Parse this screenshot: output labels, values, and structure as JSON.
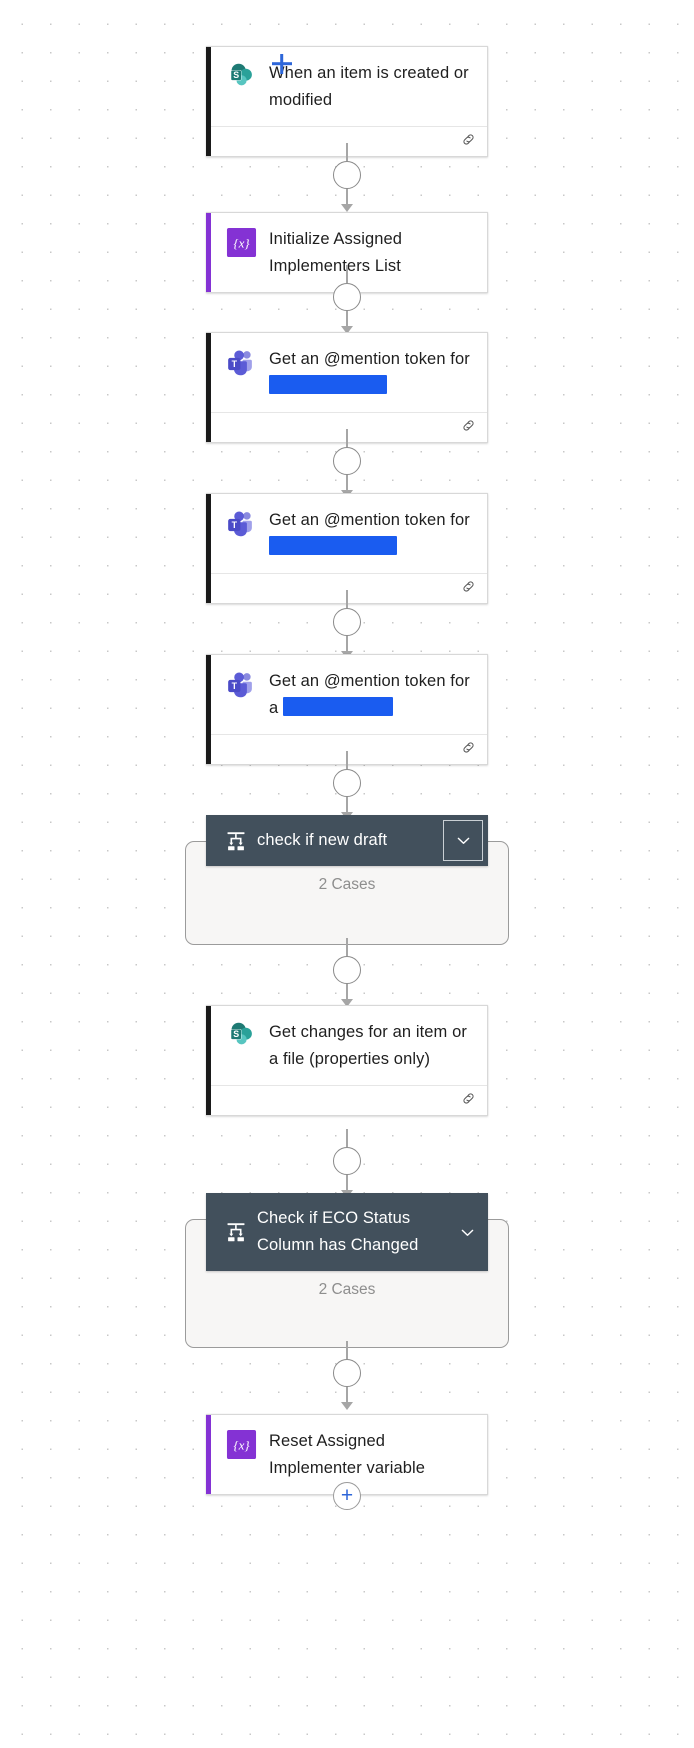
{
  "app": {
    "name": "power-automate-flow-designer",
    "canvas_background": "#ffffff",
    "grid_dot_color": "#c8c8c8"
  },
  "colors": {
    "sharepoint_accent": "#1a1a1a",
    "variable_accent": "#8432d4",
    "teams_accent": "#1a1a1a",
    "switch_header": "#42505c",
    "scope_fill": "#f7f6f5",
    "scope_border": "#9b9b9b",
    "connector": "#a6a6a6",
    "redaction": "#1a5cf0",
    "add_plus": "#2d66d9",
    "cases_text": "#8e8e8e"
  },
  "nodes": [
    {
      "id": "trigger-sharepoint",
      "kind": "trigger-card",
      "title": "When an item is created or modified",
      "icon": "sharepoint-icon",
      "accent": "#1a1a1a",
      "has_footer": true,
      "footer_icon": "link-icon"
    },
    {
      "id": "initialize-assigned-implementers-list",
      "kind": "action-card",
      "title": "Initialize Assigned Implementers List",
      "icon": "variable-icon",
      "accent": "#8432d4",
      "has_footer": false
    },
    {
      "id": "get-mention-token-1",
      "kind": "action-card",
      "title_prefix": "Get an @mention token for ",
      "title": "Get an @mention token for",
      "icon": "teams-icon",
      "accent": "#1a1a1a",
      "has_footer": true,
      "footer_icon": "link-icon",
      "redacted": true,
      "redacted_width": 118
    },
    {
      "id": "get-mention-token-2",
      "kind": "action-card",
      "title_prefix": "Get an @mention token for ",
      "title": "Get an @mention token for",
      "icon": "teams-icon",
      "accent": "#1a1a1a",
      "has_footer": true,
      "footer_icon": "link-icon",
      "redacted": true,
      "redacted_width": 128
    },
    {
      "id": "get-mention-token-3",
      "kind": "action-card",
      "title_prefix": "Get an @mention token for a ",
      "title": "Get an @mention token for a",
      "icon": "teams-icon",
      "accent": "#1a1a1a",
      "has_footer": true,
      "footer_icon": "link-icon",
      "redacted": true,
      "redacted_width": 110
    },
    {
      "id": "check-if-new-draft",
      "kind": "switch-scope",
      "title": "check if new draft",
      "icon": "switch-icon",
      "cases_label": "2 Cases",
      "chevron": "chevron-down-icon",
      "chevron_boxed": true
    },
    {
      "id": "get-changes-for-item-or-file",
      "kind": "action-card",
      "title": "Get changes for an item or a file (properties only)",
      "icon": "sharepoint-icon",
      "accent": "#1a1a1a",
      "has_footer": true,
      "footer_icon": "link-icon"
    },
    {
      "id": "check-if-eco-status-column-has-changed",
      "kind": "switch-scope",
      "title": "Check if ECO Status Column has Changed",
      "icon": "switch-icon",
      "cases_label": "2 Cases",
      "chevron": "chevron-down-icon",
      "chevron_boxed": false
    },
    {
      "id": "reset-assigned-implementer-variable",
      "kind": "action-card",
      "title": "Reset Assigned Implementer variable",
      "icon": "variable-icon",
      "accent": "#8432d4",
      "has_footer": false
    }
  ],
  "add_step": {
    "label": "+",
    "name": "add-step-button"
  },
  "cursor": {
    "glyph": "+",
    "color": "#2d66d9"
  }
}
